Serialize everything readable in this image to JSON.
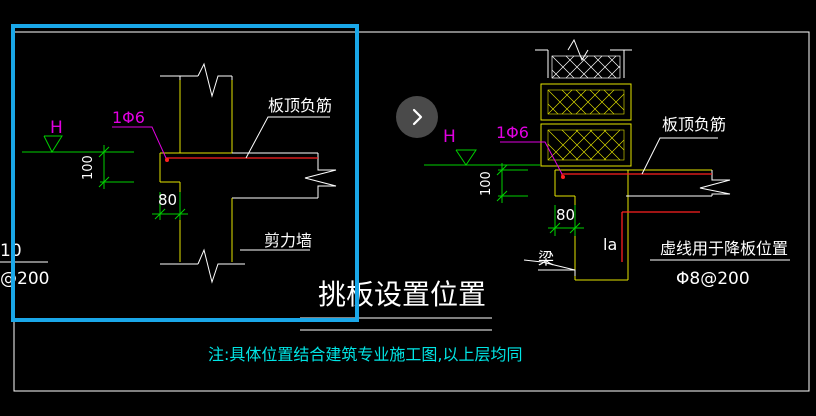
{
  "drawing": {
    "left_detail": {
      "elev_label": "H",
      "rebar_label": "1Φ6",
      "dim_100": "100",
      "dim_80": "80",
      "top_rebar_label": "板顶负筋",
      "shear_wall_label": "剪力墙",
      "cut_label_a": "10",
      "cut_label_b": "@200"
    },
    "right_detail": {
      "elev_label": "H",
      "rebar_label": "1Φ6",
      "dim_100": "100",
      "dim_80": "80",
      "top_rebar_label": "板顶负筋",
      "beam_label": "梁",
      "la_label": "la",
      "dashed_note": "虚线用于降板位置",
      "stirrup_label": "Φ8@200"
    },
    "title": "挑板设置位置",
    "note": "注:具体位置结合建筑专业施工图,以上层均同"
  },
  "ui": {
    "next_icon": "chevron-right-icon"
  },
  "colors": {
    "background": "#000000",
    "white": "#ffffff",
    "yellow": "#e5e500",
    "red": "#ff2020",
    "green": "#00d000",
    "magenta": "#e000e0",
    "cyan": "#00e5e5",
    "selection": "#1aa7e8",
    "button": "#4a4a4a"
  }
}
